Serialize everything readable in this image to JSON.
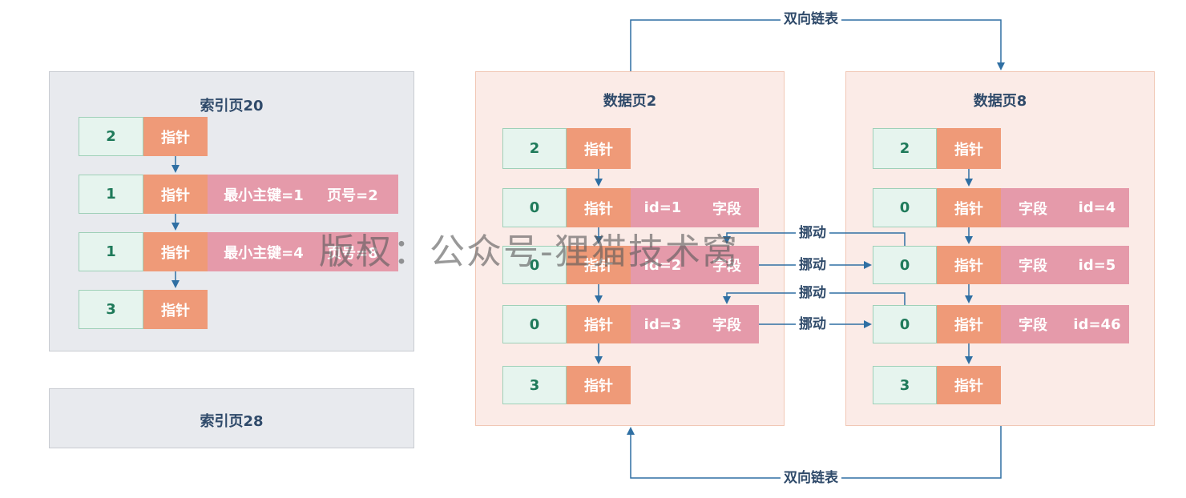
{
  "index_page_20": {
    "title": "索引页20",
    "rows": [
      {
        "num": "2",
        "ptr": "指针"
      },
      {
        "num": "1",
        "ptr": "指针",
        "min_key": "最小主键=1",
        "page_no": "页号=2"
      },
      {
        "num": "1",
        "ptr": "指针",
        "min_key": "最小主键=4",
        "page_no": "页号=8"
      },
      {
        "num": "3",
        "ptr": "指针"
      }
    ]
  },
  "index_page_28": {
    "title": "索引页28"
  },
  "data_page_2": {
    "title": "数据页2",
    "rows": [
      {
        "num": "2",
        "ptr": "指针"
      },
      {
        "num": "0",
        "ptr": "指针",
        "a": "id=1",
        "b": "字段"
      },
      {
        "num": "0",
        "ptr": "指针",
        "a": "id=2",
        "b": "字段"
      },
      {
        "num": "0",
        "ptr": "指针",
        "a": "id=3",
        "b": "字段"
      },
      {
        "num": "3",
        "ptr": "指针"
      }
    ]
  },
  "data_page_8": {
    "title": "数据页8",
    "rows": [
      {
        "num": "2",
        "ptr": "指针"
      },
      {
        "num": "0",
        "ptr": "指针",
        "a": "字段",
        "b": "id=4"
      },
      {
        "num": "0",
        "ptr": "指针",
        "a": "字段",
        "b": "id=5"
      },
      {
        "num": "0",
        "ptr": "指针",
        "a": "字段",
        "b": "id=46"
      },
      {
        "num": "3",
        "ptr": "指针"
      }
    ]
  },
  "links": {
    "top": "双向链表",
    "bottom": "双向链表",
    "move_1": "挪动",
    "move_2": "挪动",
    "move_3": "挪动",
    "move_4": "挪动"
  },
  "watermark": "版权：公众号-狸猫技术窝",
  "colors": {
    "arrow": "#2f6fa3",
    "pointer": "#ef9a78",
    "record": "#e59aaa",
    "number_bg": "#e6f4ee"
  }
}
